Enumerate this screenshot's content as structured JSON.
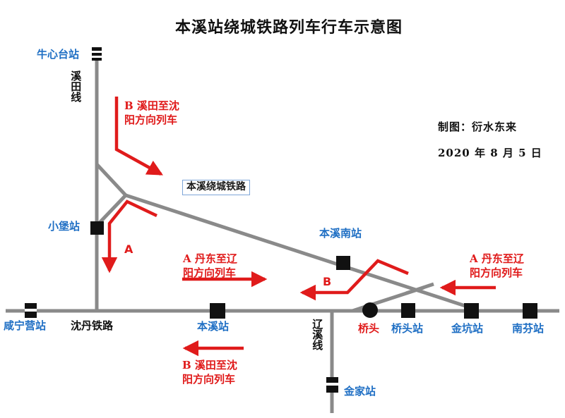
{
  "page": {
    "title": "本溪站绕城铁路列车行车示意图",
    "credit_author": "制图：衍水东来",
    "credit_date": "2020 年 8 月 5 日",
    "background_color": "#ffffff",
    "rail_color": "#8a8a8a",
    "marker_color": "#111111",
    "station_label_color": "#1f6fc4",
    "line_label_color": "#101010",
    "annotation_color": "#e01b1b",
    "callout_border_color": "#7ea6d8"
  },
  "callout": {
    "ring_railway": "本溪绕城铁路"
  },
  "rail_lines": [
    {
      "id": "xitian",
      "name": "溪田线",
      "orientation": "vertical"
    },
    {
      "id": "shendan",
      "name": "沈丹铁路",
      "orientation": "horizontal"
    },
    {
      "id": "liaoxi",
      "name": "辽溪线",
      "orientation": "vertical"
    }
  ],
  "stations": [
    {
      "id": "niuxintai",
      "name": "牛心台站",
      "marker": "bar"
    },
    {
      "id": "xiaobao",
      "name": "小堡站",
      "marker": "square"
    },
    {
      "id": "xianningying",
      "name": "咸宁营站",
      "marker": "bar"
    },
    {
      "id": "benxi",
      "name": "本溪站",
      "marker": "square"
    },
    {
      "id": "benxinan",
      "name": "本溪南站",
      "marker": "square"
    },
    {
      "id": "qiaotou",
      "name": "桥头",
      "marker": "circle"
    },
    {
      "id": "qiaotouzhan",
      "name": "桥头站",
      "marker": "square"
    },
    {
      "id": "jinkeng",
      "name": "金坑站",
      "marker": "square"
    },
    {
      "id": "nanfen",
      "name": "南芬站",
      "marker": "square"
    },
    {
      "id": "jinjia",
      "name": "金家站",
      "marker": "bar"
    }
  ],
  "annotations": [
    {
      "id": "b-top",
      "letter": "B",
      "text_line1": "溪田至沈",
      "text_line2": "阳方向列车",
      "full_text": "B 溪田至沈阳方向列车"
    },
    {
      "id": "a-left",
      "letter": "A",
      "text_line1": "丹东至辽",
      "text_line2": "阳方向列车",
      "full_text": "A 丹东至辽阳方向列车"
    },
    {
      "id": "a-right",
      "letter": "A",
      "text_line1": "丹东至辽",
      "text_line2": "阳方向列车",
      "full_text": "A 丹东至辽阳方向列车"
    },
    {
      "id": "b-bottom",
      "letter": "B",
      "text_line1": "溪田至沈",
      "text_line2": "阳方向列车",
      "full_text": "B 溪田至沈阳方向列车"
    }
  ],
  "route_markers": [
    {
      "id": "marker-a-xiaobao",
      "letter": "A"
    },
    {
      "id": "marker-b-benxinan",
      "letter": "B"
    }
  ]
}
